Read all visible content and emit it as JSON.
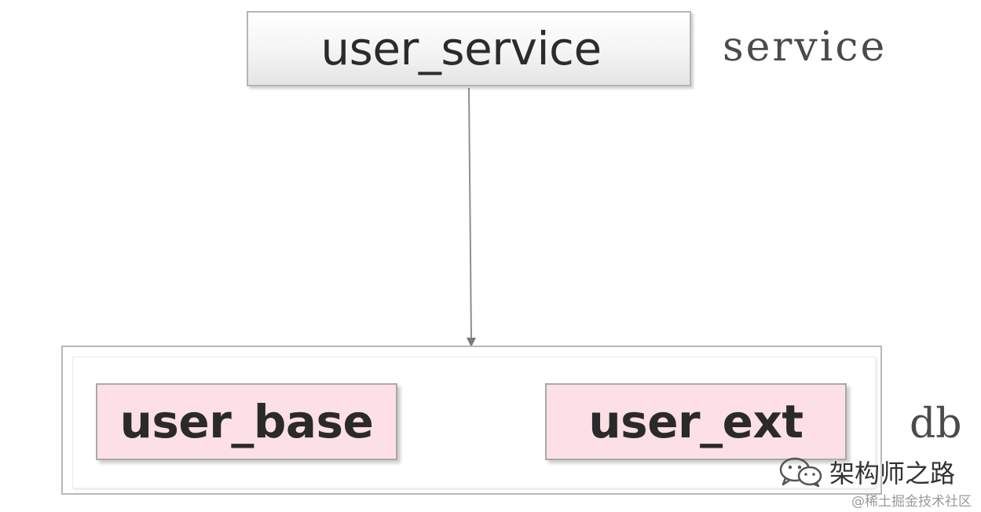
{
  "diagram": {
    "service_node": {
      "label": "user_service",
      "layer_label": "service"
    },
    "db_group": {
      "layer_label": "db",
      "tables": [
        {
          "label": "user_base",
          "fill": "#fde0e5"
        },
        {
          "label": "user_ext",
          "fill": "#fde0e5"
        }
      ]
    }
  },
  "watermark": {
    "icon": "wechat-icon",
    "text": "架构师之路"
  },
  "credit": "@稀土掘金技术社区"
}
